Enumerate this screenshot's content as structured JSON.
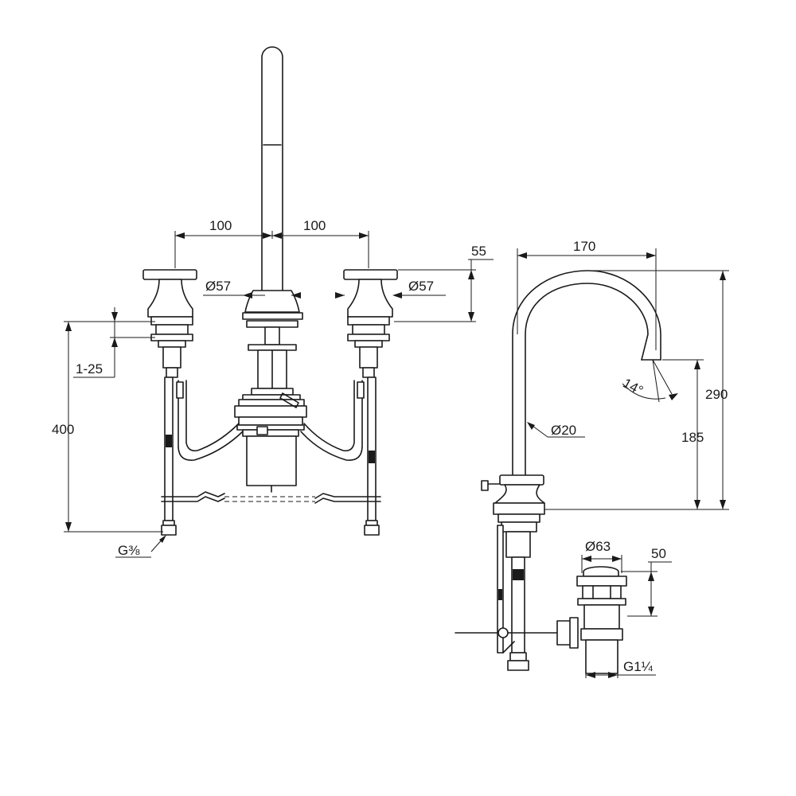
{
  "dimensions": {
    "front": {
      "spacing_left": "100",
      "spacing_right": "100",
      "handle_left_dia": "Ø57",
      "handle_right_dia": "Ø57",
      "handle_height": "55",
      "deck_thickness": "1-25",
      "total_depth": "400",
      "connection_thread": "G⅜"
    },
    "side": {
      "spout_reach": "170",
      "total_height": "290",
      "outlet_height": "185",
      "spout_angle": "14°",
      "spout_dia": "Ø20",
      "waste_dia": "Ø63",
      "waste_height": "50",
      "waste_thread": "G1¼"
    }
  }
}
